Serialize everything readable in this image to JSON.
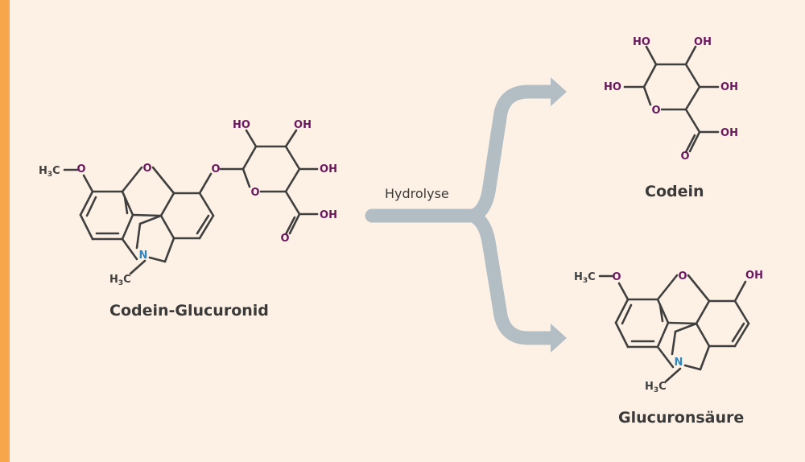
{
  "colors": {
    "background": "#fdf1e5",
    "accent_bar": "#f7a64c",
    "arrow": "#b3bec4",
    "bond": "#3f3f3f",
    "oxygen": "#6a1760",
    "nitrogen": "#2e86c1"
  },
  "reaction": {
    "label": "Hydrolyse"
  },
  "captions": {
    "reactant": "Codein-Glucuronid",
    "product_top": "Codein",
    "product_bottom": "Glucuronsäure"
  },
  "atoms": {
    "O": "O",
    "N": "N",
    "HO": "HO",
    "OH": "OH",
    "H3C_H": "H",
    "H3C_3": "3",
    "H3C_C": "C"
  }
}
